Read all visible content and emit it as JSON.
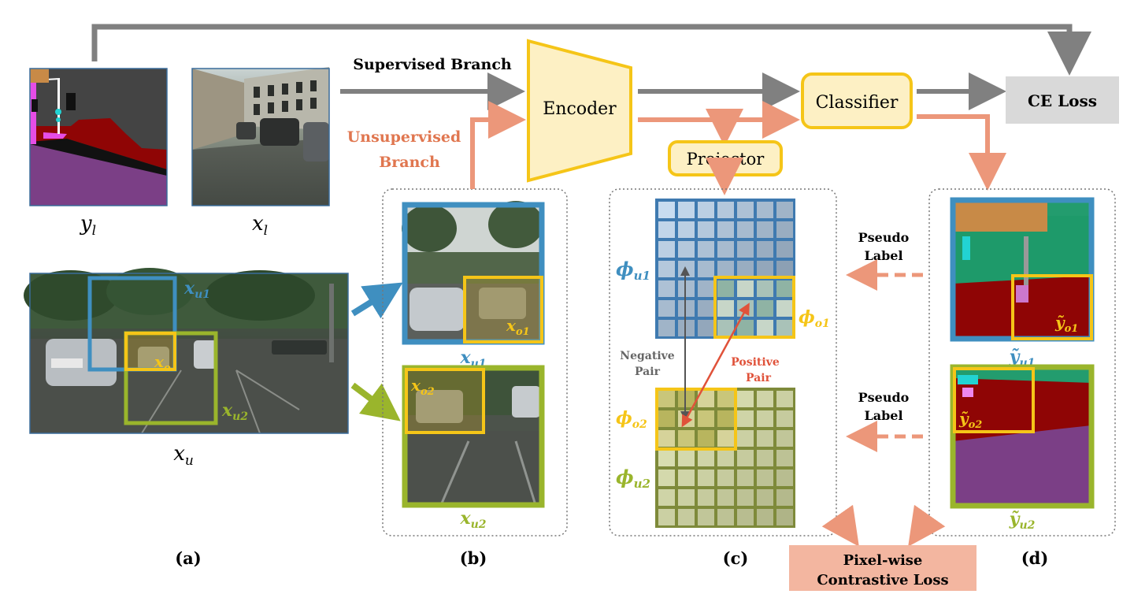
{
  "labels": {
    "supervised_branch": "Supervised Branch",
    "unsupervised_line1": "Unsupervised",
    "unsupervised_line2": "Branch",
    "encoder": "Encoder",
    "classifier": "Classifier",
    "projector": "Projector",
    "ce_loss": "CE Loss",
    "pixel_loss_line1": "Pixel-wise",
    "pixel_loss_line2": "Contrastive Loss",
    "pseudo_label_top_1": "Pseudo",
    "pseudo_label_top_2": "Label",
    "pseudo_label_bottom_1": "Pseudo",
    "pseudo_label_bottom_2": "Label",
    "negative_pair_1": "Negative",
    "negative_pair_2": "Pair",
    "positive_pair_1": "Positive",
    "positive_pair_2": "Pair"
  },
  "math": {
    "y_l": "y",
    "y_l_sub": "l",
    "x_l": "x",
    "x_l_sub": "l",
    "x_u": "x",
    "x_u_sub": "u",
    "x_u1": "x",
    "x_u1_sub": "u1",
    "x_u2": "x",
    "x_u2_sub": "u2",
    "x_o": "x",
    "x_o_sub": "o",
    "x_o1": "x",
    "x_o1_sub": "o1",
    "x_o2": "x",
    "x_o2_sub": "o2",
    "b_x_u1": "x",
    "b_x_u1_sub": "u1",
    "b_x_u2": "x",
    "b_x_u2_sub": "u2",
    "phi_u1": "ϕ",
    "phi_u1_sub": "u1",
    "phi_o1": "ϕ",
    "phi_o1_sub": "o1",
    "phi_o2": "ϕ",
    "phi_o2_sub": "o2",
    "phi_u2": "ϕ",
    "phi_u2_sub": "u2",
    "y_o1": "ỹ",
    "y_o1_sub": "o1",
    "y_u1": "ỹ",
    "y_u1_sub": "u1",
    "y_o2": "ỹ",
    "y_o2_sub": "o2",
    "y_u2": "ỹ",
    "y_u2_sub": "u2"
  },
  "panels": {
    "a": "(a)",
    "b": "(b)",
    "c": "(c)",
    "d": "(d)"
  },
  "colors": {
    "blue": "#3f8fc0",
    "green": "#9ab52c",
    "yellow": "#f5c518",
    "salmon": "#ec977a",
    "gray": "#808080",
    "red": "#e0523a",
    "encoder_fill": "#fdf0c4",
    "ce_fill": "#d9d9d9",
    "pixel_fill": "#f3b6a0"
  }
}
